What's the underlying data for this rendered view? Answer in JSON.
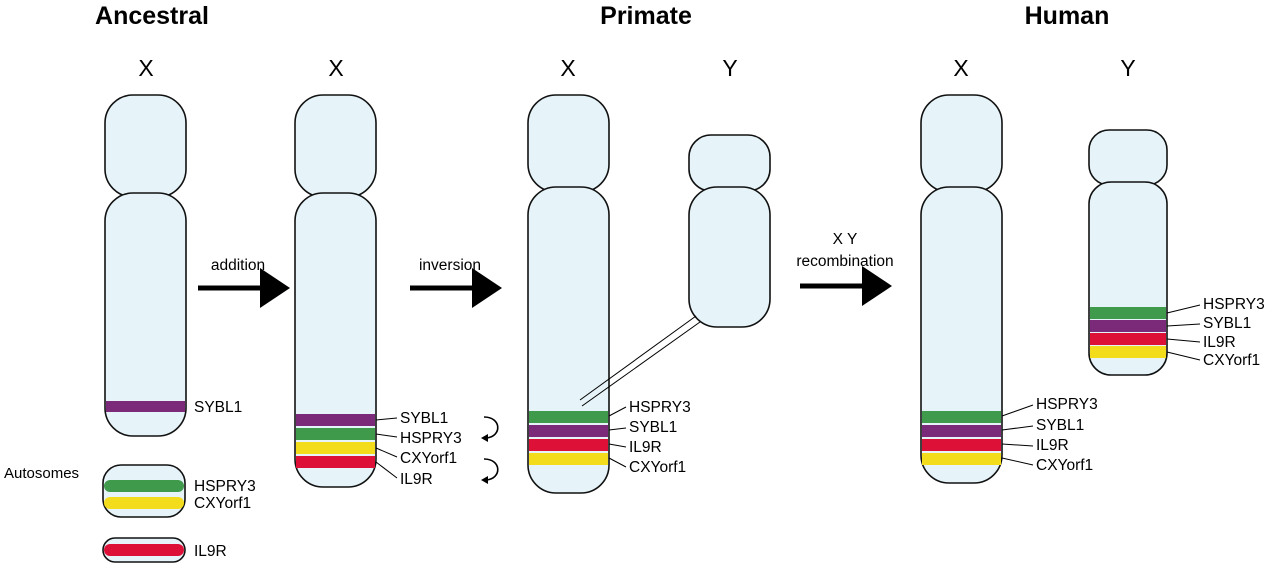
{
  "headings": {
    "ancestral": "Ancestral",
    "primate": "Primate",
    "human": "Human"
  },
  "chromosome_labels": {
    "ancestral_x": "X",
    "added_x": "X",
    "primate_x": "X",
    "primate_y": "Y",
    "human_x": "X",
    "human_y": "Y"
  },
  "steps": {
    "addition": "addition",
    "inversion": "inversion",
    "xy_line1": "X Y",
    "xy_line2": "recombination"
  },
  "autosomes_label": "Autosomes",
  "genes": {
    "ancestral_x": [
      "SYBL1"
    ],
    "autosome_1": [
      "HSPRY3",
      "CXYorf1"
    ],
    "autosome_2": [
      "IL9R"
    ],
    "added_x": [
      "SYBL1",
      "HSPRY3",
      "CXYorf1",
      "IL9R"
    ],
    "primate_x": [
      "HSPRY3",
      "SYBL1",
      "IL9R",
      "CXYorf1"
    ],
    "human_x": [
      "HSPRY3",
      "SYBL1",
      "IL9R",
      "CXYorf1"
    ],
    "human_y": [
      "HSPRY3",
      "SYBL1",
      "IL9R",
      "CXYorf1"
    ]
  },
  "colors": {
    "chromosome_fill": "#e6f4f9",
    "SYBL1": "#7b2a7a",
    "HSPRY3": "#3f9a4b",
    "CXYorf1": "#f3dc1c",
    "IL9R": "#dd1038"
  }
}
